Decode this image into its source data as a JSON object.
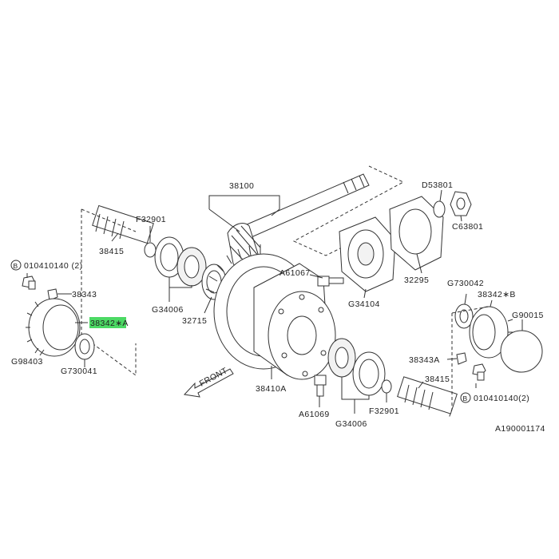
{
  "labels": {
    "p38100": "38100",
    "d53801": "D53801",
    "c63801": "C63801",
    "f32901_top": "F32901",
    "p38415_top": "38415",
    "p32295": "32295",
    "bolt_left": "010410140 (2)",
    "p38343_left": "38343",
    "a61067": "A61067",
    "g34104": "G34104",
    "g730042": "G730042",
    "p38342_b": "38342∗B",
    "g90015": "G90015",
    "p38342_a": "38342∗A",
    "g34006_top": "G34006",
    "p32715": "32715",
    "g98403": "G98403",
    "g730041": "G730041",
    "p38343_a": "38343A",
    "front": "FRONT",
    "p38415_bot": "38415",
    "bolt_right": "010410140(2)",
    "p38410a": "38410A",
    "a61069": "A61069",
    "f32901_bot": "F32901",
    "g34006_bot": "G34006",
    "diagram_id": "A190001174",
    "b_mark": "B"
  }
}
